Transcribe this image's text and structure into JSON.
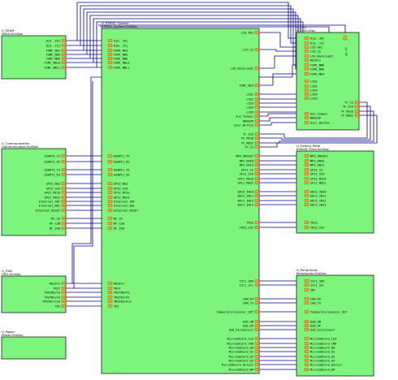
{
  "sram": {
    "title": "U_SRAM",
    "subtitle": "SRAM.SchDoc",
    "pins": [
      "A[0..18]",
      "D[0..15]",
      "FSMC_NE3",
      "FSMC_NOE",
      "FSMC_NWE",
      "FSMC_NBL0",
      "FSMC_NBL1"
    ]
  },
  "system": {
    "title": "U_STM32_System",
    "subtitle": "STM32_System.SchDoc",
    "left_pins": [
      "A[0..18]",
      "D[0..15]",
      "FSMC_NE3",
      "FSMC_NOE",
      "FSMC_NWE",
      "FSMC_NBL0",
      "FSMC_NBL1",
      "USART1_TX",
      "USART1_RX",
      "USART2_TX",
      "USART2_RX",
      "SPI2_NSS",
      "SPI2_SCK",
      "SPI2_MISO",
      "SPI2_MOSI",
      "Ethernet_INT",
      "Ethernet_WOL",
      "Ethernet_RESET",
      "RF_CE",
      "RF_CSN",
      "RF_IRQ",
      "RESETn",
      "TRST",
      "TRSTB0/FG",
      "TRSTB1/FG",
      "TRSTB1/CLK",
      "TDI"
    ],
    "right_pins": [
      "LCD_ADJ",
      "LCD_CS",
      "LCD_Backlight",
      "FSMC_NE4",
      "LCD1",
      "LCD2",
      "LCD3",
      "LCD4",
      "LCD5",
      "Aux_Temper",
      "WAKEUP",
      "User_Button",
      "TF_SCK",
      "TF_MISO",
      "TF_MOSI",
      "TF_CS",
      "MP3_XRESET",
      "MP3_DREQ",
      "MP3_XDCS",
      "SPI1_CS",
      "SPI1_SCK",
      "SPI1_MISO",
      "SPI1_MOSI",
      "ADC3_IN10",
      "ADC3_IN11",
      "ADC3_IN12",
      "ADC3_IN13",
      "TRIG",
      "TRIG_CH1",
      "I2C1_SDA",
      "I2C1_SCL",
      "CAN_RX",
      "CAN_TX",
      "TemperatureSensor_OUT",
      "USB_DM",
      "USB_DP",
      "USB_Disconnect",
      "MicroSDCard_CLK",
      "MicroSDCard_CMD",
      "MicroSDCard_D0",
      "MicroSDCard_D1",
      "MicroSDCard_D2",
      "MicroSDCard_D3",
      "MicroSDCard_Detect",
      "MicroSDCard_WP"
    ]
  },
  "lcd": {
    "title": "U_LCD",
    "subtitle": "LCD.SchDoc",
    "pins": [
      "A[0..18]",
      "D[0..15]",
      "LCD_ADJ",
      "LCD_CS",
      "LCD_Backlight",
      "RESETn",
      "FSMC_NWE",
      "FSMC_NOE",
      "FSMC_NE4",
      "LCD1",
      "LCD2",
      "LCD3",
      "LCD4",
      "LCD5",
      "Aux_Temper",
      "WAKEUP",
      "User_Button"
    ],
    "right_pins": [
      "TF_CS",
      "TF_SCK",
      "TF_MISO",
      "TF_MOSI"
    ],
    "side_text": "+3.3V"
  },
  "comm": {
    "title": "U_Communication",
    "subtitle": "Communication.SchDoc",
    "pins": [
      "USART1_TX",
      "USART1_RX",
      "USART2_TX",
      "USART2_RX",
      "SPI2_NSS",
      "SPI2_SCK",
      "SPI2_MISO",
      "SPI2_MOSI",
      "Ethernet_INT",
      "Ethernet_WOL",
      "Ethernet_RESET",
      "RF_CE",
      "RF_CSN",
      "RF_IRQ"
    ]
  },
  "extend": {
    "title": "U_Extend_Ports",
    "subtitle": "Extend_Ports.SchDoc",
    "pins": [
      "MP3_XRESET",
      "MP3_DREQ",
      "MP3_XDCS",
      "SPI1_CS",
      "SPI1_SCK",
      "SPI1_MISO",
      "SPI1_MOSI",
      "ADC3_IN10",
      "ADC3_IN11",
      "ADC3_IN12",
      "ADC3_IN13",
      "TRIG",
      "TRIG_CH1"
    ]
  },
  "jtag": {
    "title": "U_JTAG",
    "subtitle": "JTAG.SchDoc",
    "pins": [
      "RESETn",
      "TRST",
      "TRSTB0/FG",
      "TRSTB1/FG",
      "TRSTB1/CLK",
      "TDI"
    ]
  },
  "power": {
    "title": "U_Power",
    "subtitle": "Power.SchDoc"
  },
  "peripherals": {
    "title": "U_Peripherals",
    "subtitle": "Peripherals.SchDoc",
    "pins": [
      "I2C1_SDA",
      "I2C1_SCL",
      "INT",
      "CAN_RX",
      "CAN_TX",
      "TemperatureSensor_OUT",
      "USB_DM",
      "USB_DP",
      "USB_Disconnect",
      "MicroSDCard_CLK",
      "MicroSDCard_CMD",
      "MicroSDCard_D0",
      "MicroSDCard_D1",
      "MicroSDCard_D2",
      "MicroSDCard_D3",
      "MicroSDCard_Detect",
      "MicroSDCard_WP"
    ]
  },
  "colors": {
    "block_fill": "#7df57d",
    "wire": "#00008b",
    "port": "#ff9a33"
  }
}
